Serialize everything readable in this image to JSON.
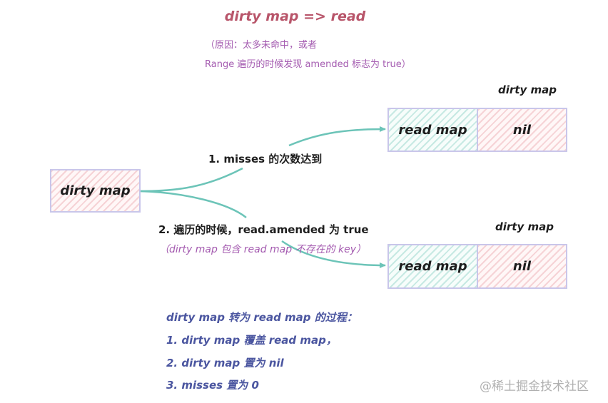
{
  "title": "dirty map => read",
  "reason": {
    "line1": "（原因：太多未命中，或者",
    "line2": "Range 遍历的时候发现 amended 标志为 true）"
  },
  "source_box": {
    "label": "dirty map"
  },
  "targets": [
    {
      "caption": "dirty map",
      "read_label": "read map",
      "dirty_label": "nil"
    },
    {
      "caption": "dirty map",
      "read_label": "read map",
      "dirty_label": "nil"
    }
  ],
  "edges": {
    "edge1": "1. misses 的次数达到",
    "edge2": "2. 遍历的时候，read.amended 为 true",
    "edge2_note": "（dirty map 包含 read map 不存在的 key）"
  },
  "steps": {
    "heading": "dirty map 转为 read map 的过程：",
    "items": [
      "1. dirty map 覆盖 read map，",
      "2. dirty map 置为 nil",
      "3. misses 置为 0"
    ]
  },
  "watermark": "@稀土掘金技术社区",
  "colors": {
    "title": "#b8556a",
    "note": "#a45bb0",
    "steps": "#4b56a0",
    "arrow": "#6cc4b8",
    "box_border": "#c9c6ea",
    "hatch_red": "#f6d3d6",
    "hatch_green": "#c7e9e3"
  }
}
